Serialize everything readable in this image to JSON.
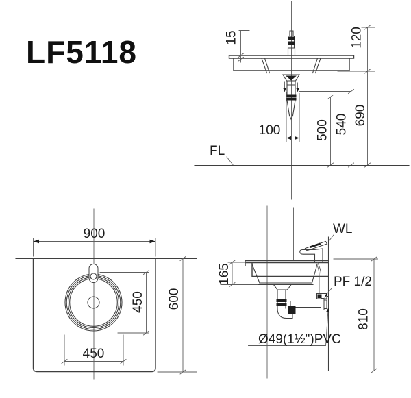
{
  "title": "LF5118",
  "colors": {
    "line": "#3f3f3f",
    "dim_line": "#5d5d5d",
    "text": "#1c1c1c",
    "background": "#ffffff"
  },
  "front_view": {
    "dim_counter_thickness": "15",
    "dim_faucet_height": "120",
    "dim_drain_pipe_offset": "100",
    "dim_trap_bottom_height": "500",
    "dim_drain_height": "540",
    "dim_counter_underside_height": "690",
    "floor_line_label": "FL"
  },
  "top_view": {
    "dim_counter_width": "900",
    "dim_bowl_depth": "450",
    "dim_counter_depth": "600",
    "dim_bowl_width": "450"
  },
  "side_view": {
    "wall_line_label": "WL",
    "dim_bowl_height": "165",
    "supply_connection_label": "PF 1/2",
    "dim_counter_top_height": "810",
    "drain_pipe_label": "Ø49(1½\")PVC"
  }
}
